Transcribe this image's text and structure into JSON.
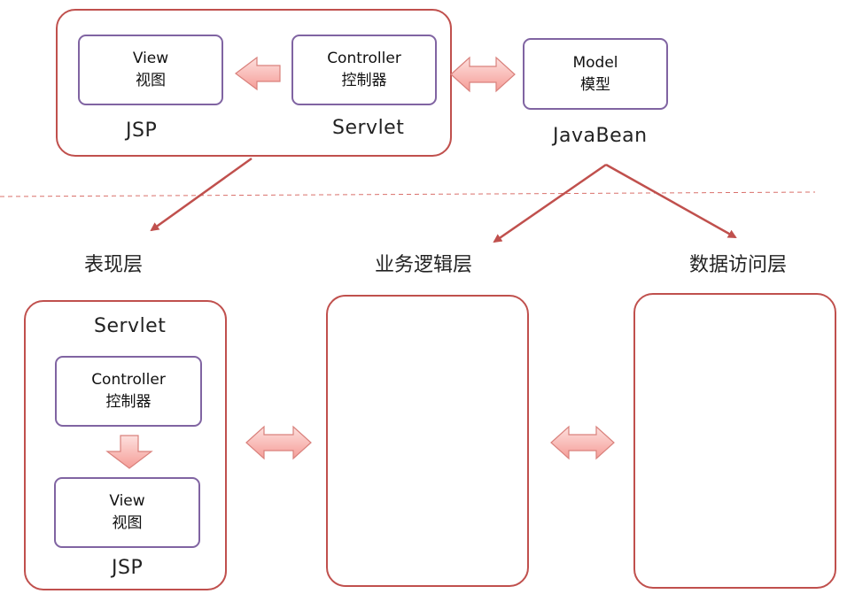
{
  "top": {
    "view_box": {
      "line1": "View",
      "line2": "视图"
    },
    "controller_box": {
      "line1": "Controller",
      "line2": "控制器"
    },
    "model_box": {
      "line1": "Model",
      "line2": "模型"
    },
    "jsp_label": "JSP",
    "servlet_label": "Servlet",
    "javabean_label": "JavaBean"
  },
  "layers": {
    "presentation": "表现层",
    "business": "业务逻辑层",
    "data_access": "数据访问层"
  },
  "bottom": {
    "servlet_label": "Servlet",
    "controller_box": {
      "line1": "Controller",
      "line2": "控制器"
    },
    "view_box": {
      "line1": "View",
      "line2": "视图"
    },
    "jsp_label": "JSP"
  },
  "colors": {
    "container_border": "#c0504d",
    "inner_box_border": "#8064a2",
    "arrow_fill": "#f9b8b4",
    "arrow_stroke": "#d9817c",
    "connector_line": "#c0504d",
    "divider": "#d9706b"
  }
}
